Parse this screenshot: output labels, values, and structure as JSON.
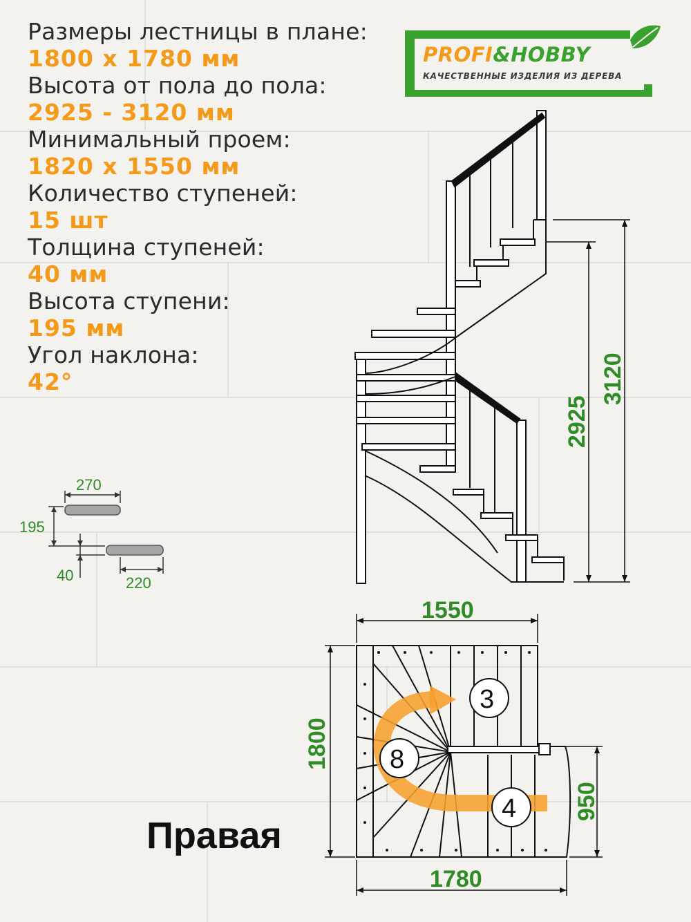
{
  "specs": [
    {
      "label": "Размеры лестницы в плане:",
      "value": "1800 x 1780 мм"
    },
    {
      "label": "Высота от пола до пола:",
      "value": "2925 - 3120 мм"
    },
    {
      "label": "Минимальный проем:",
      "value": "1820 x 1550 мм"
    },
    {
      "label": "Количество ступеней:",
      "value": "15 шт"
    },
    {
      "label": "Толщина ступеней:",
      "value": "40 мм"
    },
    {
      "label": "Высота ступени:",
      "value": "195 мм"
    },
    {
      "label": "Угол наклона:",
      "value": "42°"
    }
  ],
  "logo": {
    "title": "PROFI&HOBBY",
    "subtitle": "КАЧЕСТВЕННЫЕ ИЗДЕЛИЯ ИЗ ДЕРЕВА",
    "accent": "#f39a1b",
    "frame_color": "#3aa12f"
  },
  "step_detail": {
    "tread_depth": "270",
    "riser_height": "195",
    "thickness": "40",
    "overlap_depth": "220"
  },
  "elevation": {
    "height_min": "2925",
    "height_max": "3120"
  },
  "plan": {
    "width_top": "1550",
    "width_bottom": "1780",
    "depth_left": "1800",
    "depth_right": "950",
    "step_marks": [
      "3",
      "8",
      "4"
    ],
    "direction_arrow_color": "#f7a030"
  },
  "direction_label": "Правая",
  "colors": {
    "dimension_green": "#2e8b25",
    "value_orange": "#f39a1b",
    "text_dark": "#2b2b2b"
  }
}
